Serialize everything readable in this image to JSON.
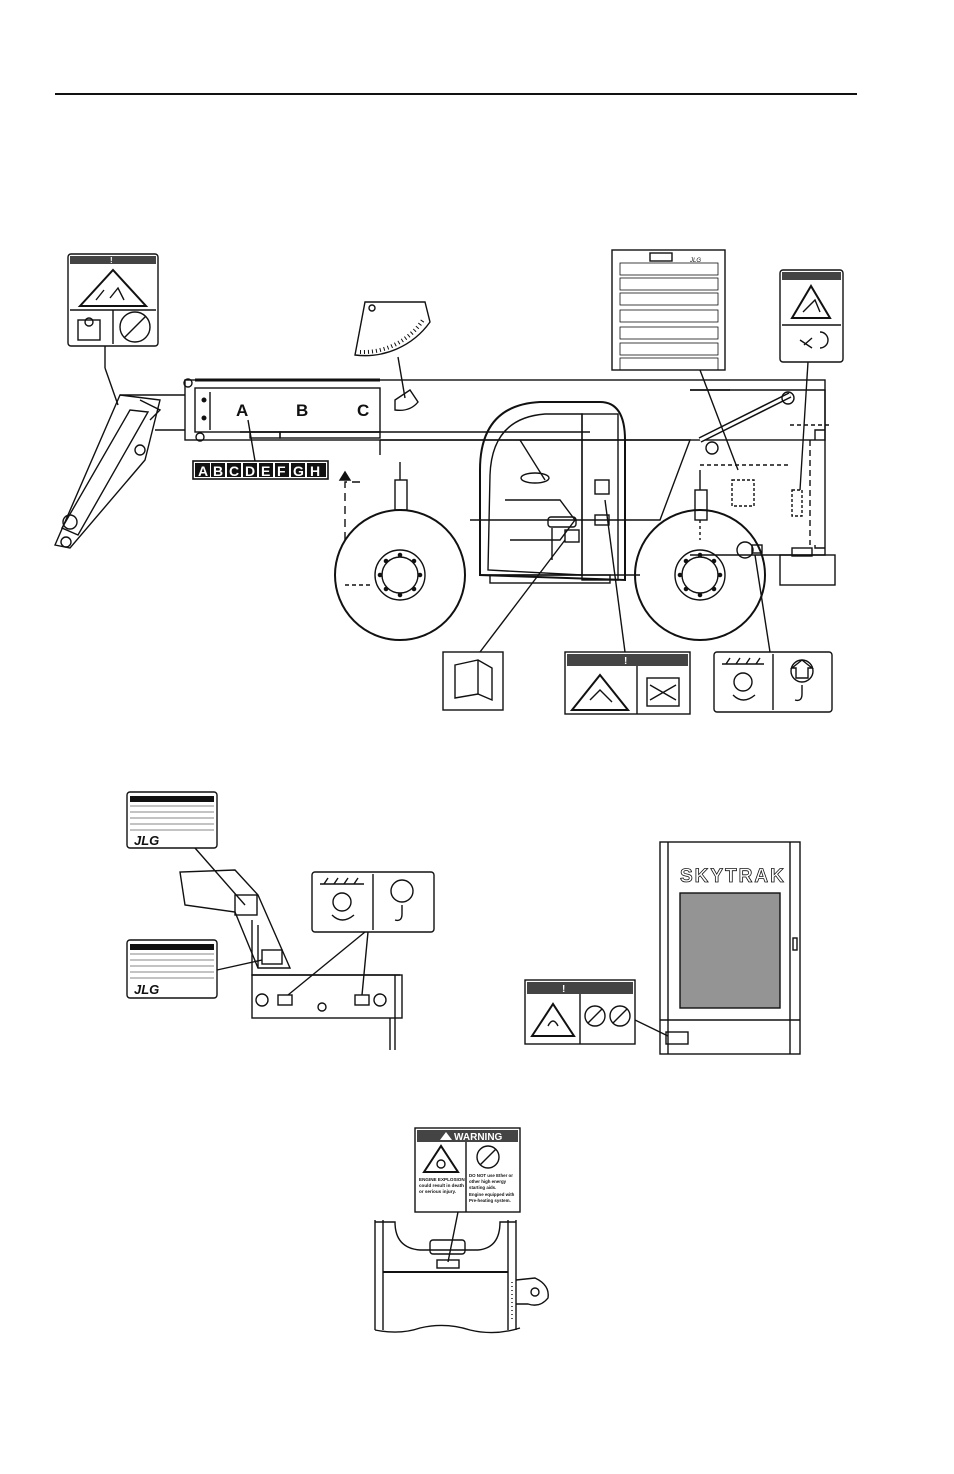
{
  "boom_letters": {
    "a": "A",
    "b": "B",
    "c": "C"
  },
  "extension_scale": [
    "A",
    "B",
    "C",
    "D",
    "E",
    "F",
    "G",
    "H"
  ],
  "decals": {
    "alert_symbol": "!",
    "warning_header": "WARNING",
    "engine_explosion_text": [
      "ENGINE EXPLOSION",
      "could result in death",
      "or serious injury."
    ],
    "ether_text": [
      "DO NOT use Ether or",
      "other high energy",
      "starting aids.",
      "Engine equipped with",
      "Pre-heating system."
    ],
    "jlg_logo": "JLG",
    "cab_logo": "SKYTRAK"
  },
  "icons": {
    "crush": "crush-hazard-icon",
    "manual": "operator-manual-icon",
    "tiedown": "tie-down-icon",
    "lift": "lift-point-icon",
    "no_smoking": "no-smoking-icon"
  }
}
